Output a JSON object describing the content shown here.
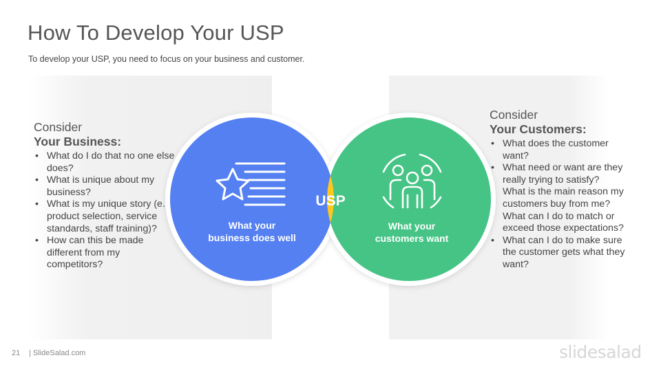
{
  "slide": {
    "title": "How To Develop Your USP",
    "subtitle": "To develop your USP, you need to focus on your business  and customer.",
    "page_number": "21",
    "footer_brand": "| SlideSalad.com",
    "logo_text": "slidesalad"
  },
  "left": {
    "consider": "Consider",
    "heading": "Your Business:",
    "items": [
      "What do I do that no one else does?",
      "What is unique about my business?",
      "What is my unique story (e.g., product selection, service standards, staff training)?",
      "How can this be made different from my competitors?"
    ]
  },
  "right": {
    "consider": "Consider",
    "heading": "Your Customers:",
    "items": [
      "What does the customer want?",
      "What need or want are they really trying to satisfy?",
      "What is the main reason my customers buy from me?",
      "What can I do to match or exceed those expectations?",
      "What can I do to make sure the customer gets what they want?"
    ]
  },
  "venn": {
    "left_label_line1": "What your",
    "left_label_line2": "business does well",
    "right_label_line1": "What your",
    "right_label_line2": "customers want",
    "center_label": "USP",
    "left_icon": "star-list-icon",
    "right_icon": "customer-group-icon"
  },
  "colors": {
    "left_circle": "#5580f2",
    "right_circle": "#45c485",
    "intersection": "#fcc820",
    "panel": "#f1f1f1"
  }
}
